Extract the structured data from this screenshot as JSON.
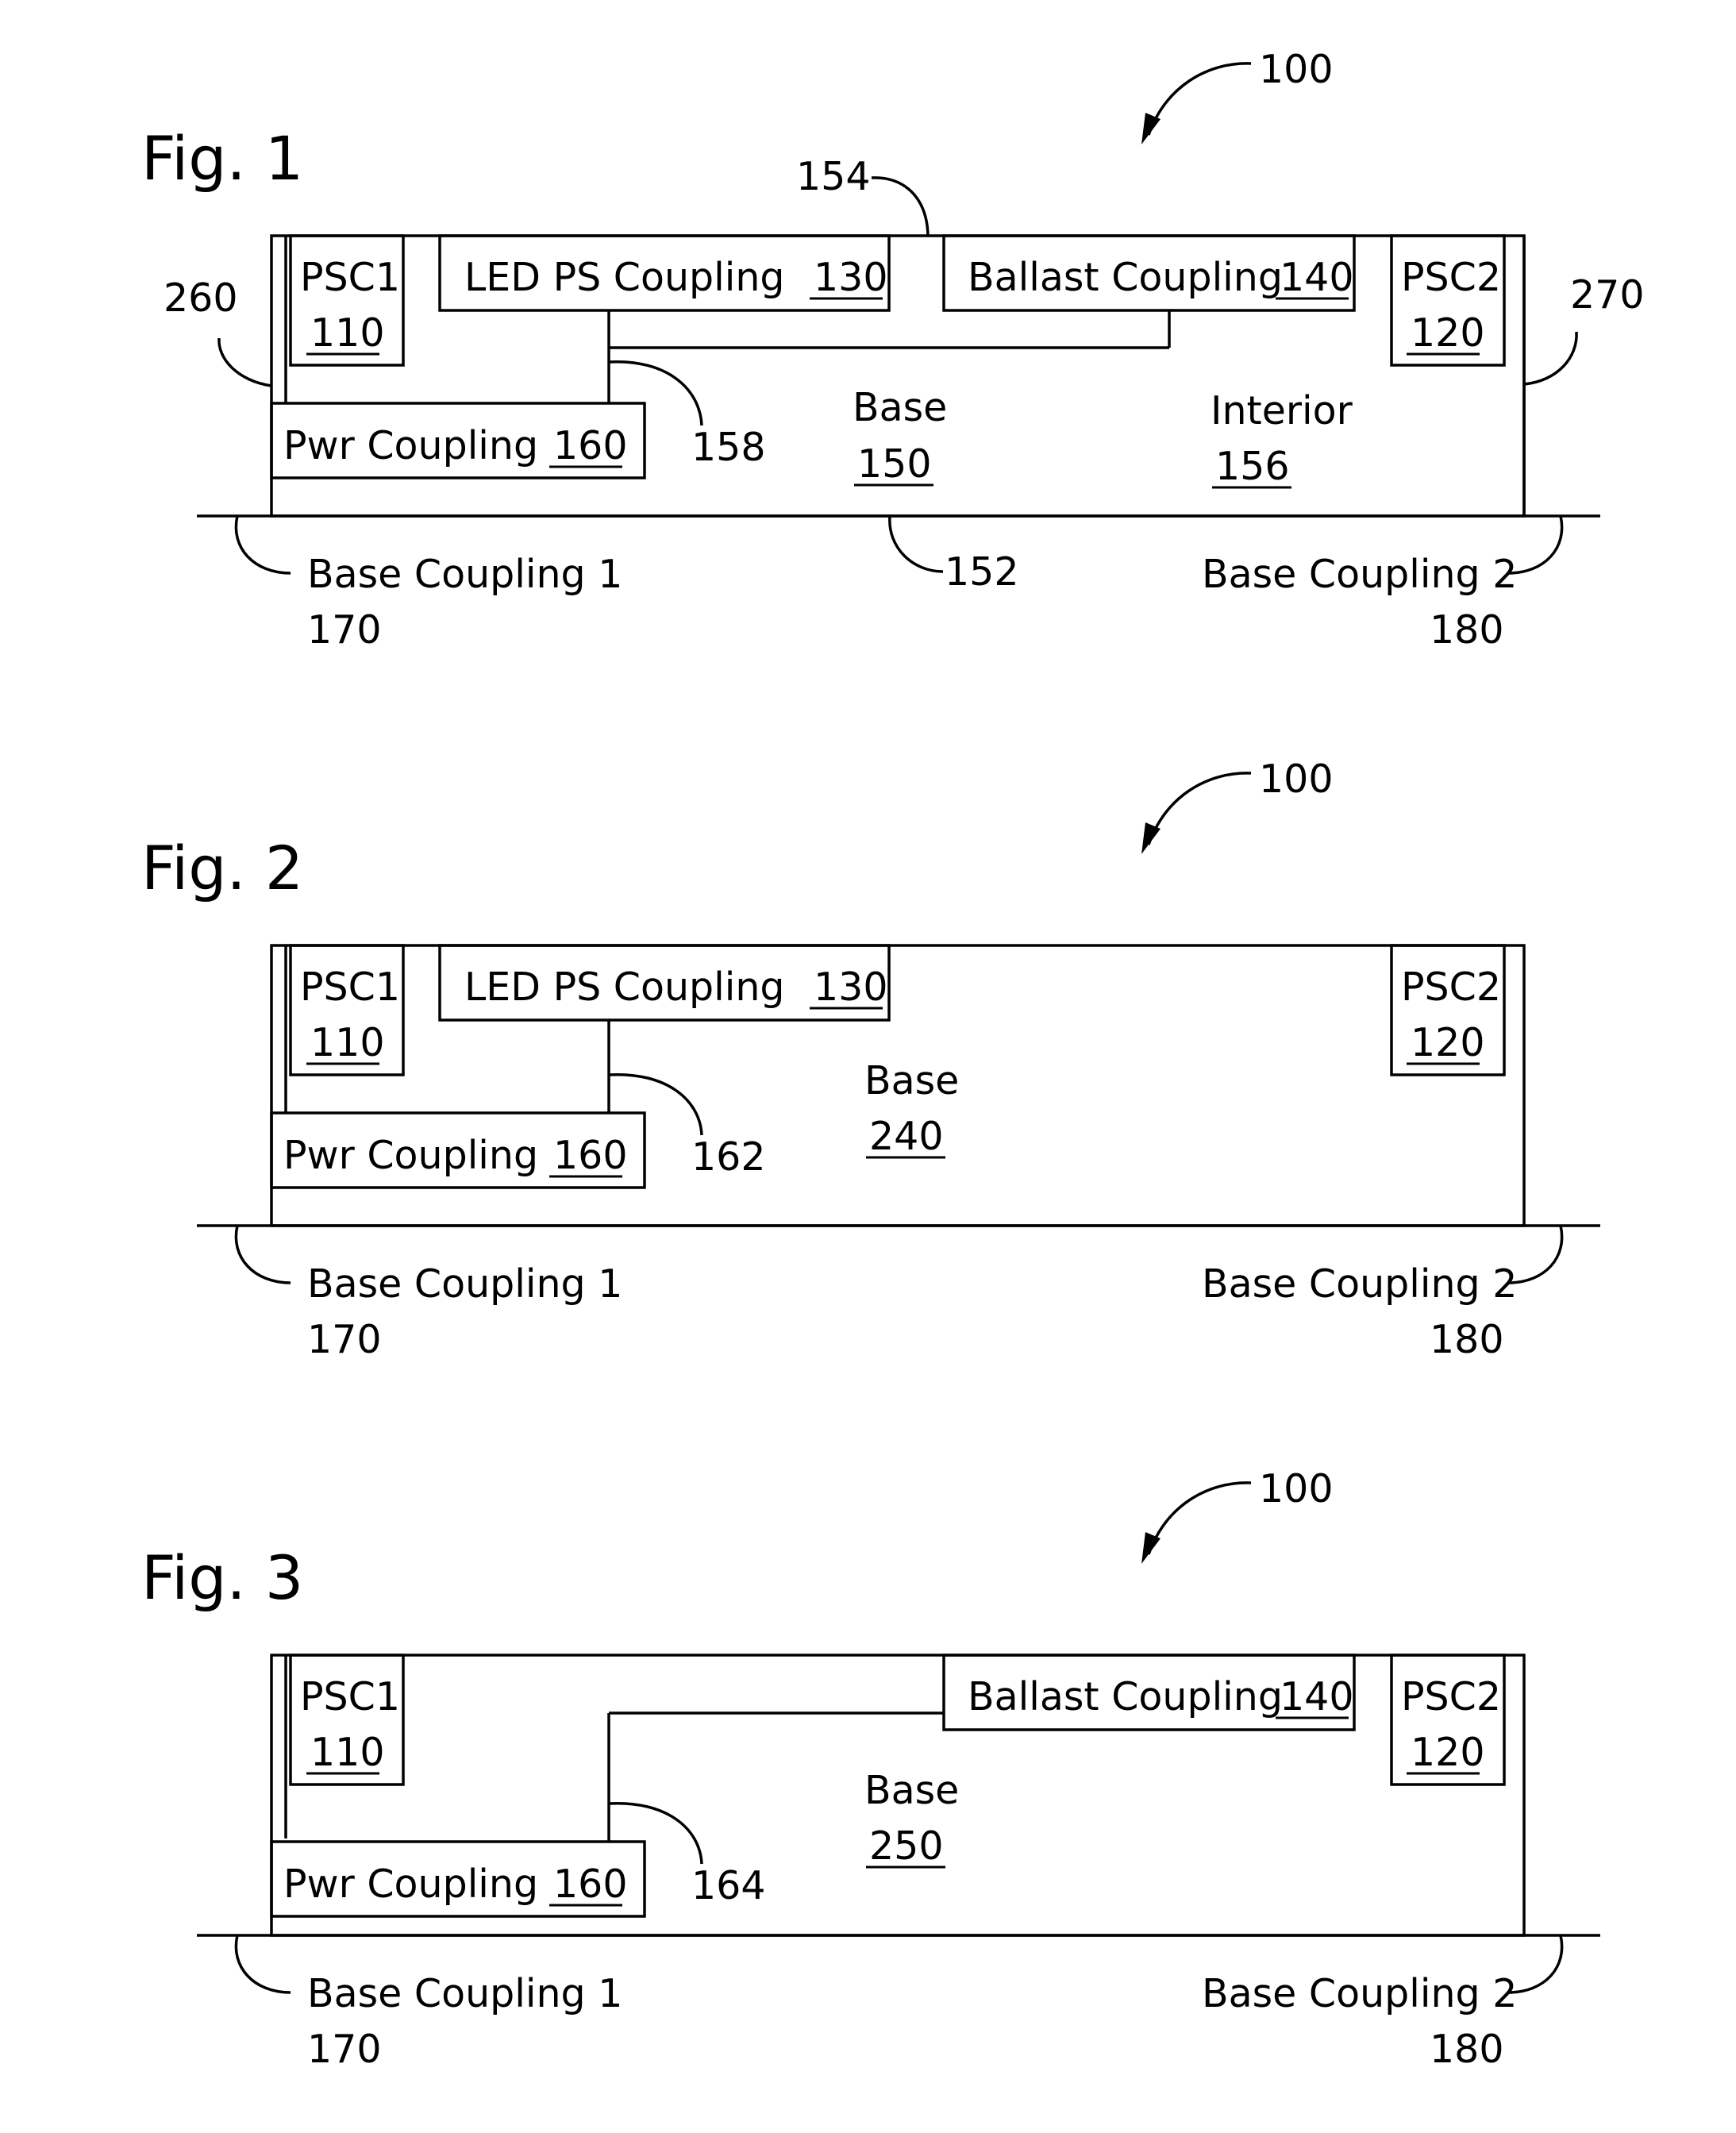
{
  "figures": [
    {
      "title": "Fig. 1",
      "ref_main": "100",
      "psc1": {
        "name": "PSC1",
        "num": "110"
      },
      "psc2": {
        "name": "PSC2",
        "num": "120"
      },
      "led": {
        "name": "LED PS Coupling",
        "num": "130"
      },
      "ballast": {
        "name": "Ballast Coupling",
        "num": "140"
      },
      "pwr": {
        "name": "Pwr Coupling",
        "num": "160"
      },
      "base": {
        "name": "Base",
        "num": "150"
      },
      "interior": {
        "name": "Interior",
        "num": "156"
      },
      "refs": {
        "top": "154",
        "left": "260",
        "right": "270",
        "junction": "158",
        "bottom": "152"
      },
      "bc1": {
        "name": "Base Coupling 1",
        "num": "170"
      },
      "bc2": {
        "name": "Base Coupling 2",
        "num": "180"
      }
    },
    {
      "title": "Fig. 2",
      "ref_main": "100",
      "psc1": {
        "name": "PSC1",
        "num": "110"
      },
      "psc2": {
        "name": "PSC2",
        "num": "120"
      },
      "led": {
        "name": "LED PS Coupling",
        "num": "130"
      },
      "pwr": {
        "name": "Pwr Coupling",
        "num": "160"
      },
      "base": {
        "name": "Base",
        "num": "240"
      },
      "refs": {
        "junction": "162"
      },
      "bc1": {
        "name": "Base Coupling 1",
        "num": "170"
      },
      "bc2": {
        "name": "Base Coupling 2",
        "num": "180"
      }
    },
    {
      "title": "Fig. 3",
      "ref_main": "100",
      "psc1": {
        "name": "PSC1",
        "num": "110"
      },
      "psc2": {
        "name": "PSC2",
        "num": "120"
      },
      "ballast": {
        "name": "Ballast Coupling",
        "num": "140"
      },
      "pwr": {
        "name": "Pwr Coupling",
        "num": "160"
      },
      "base": {
        "name": "Base",
        "num": "250"
      },
      "refs": {
        "junction": "164"
      },
      "bc1": {
        "name": "Base Coupling 1",
        "num": "170"
      },
      "bc2": {
        "name": "Base Coupling 2",
        "num": "180"
      }
    }
  ]
}
